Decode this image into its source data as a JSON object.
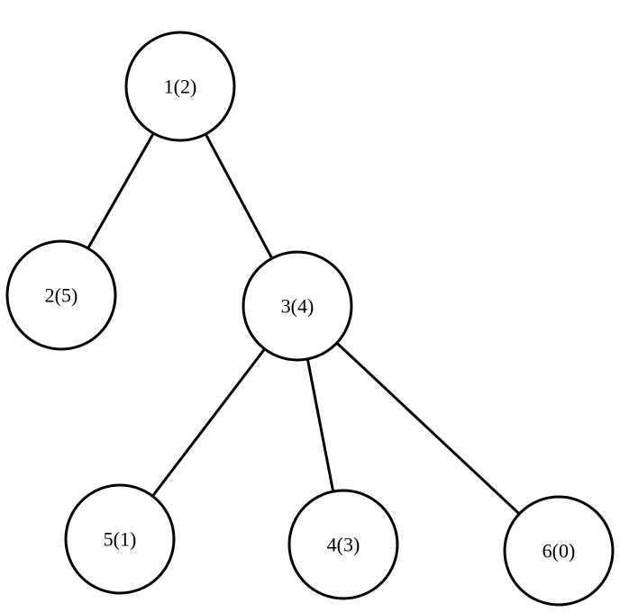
{
  "diagram": {
    "type": "tree",
    "nodes": [
      {
        "id": "n1",
        "label": "1(2)"
      },
      {
        "id": "n2",
        "label": "2(5)"
      },
      {
        "id": "n3",
        "label": "3(4)"
      },
      {
        "id": "n5",
        "label": "5(1)"
      },
      {
        "id": "n4",
        "label": "4(3)"
      },
      {
        "id": "n6",
        "label": "6(0)"
      }
    ],
    "edges": [
      {
        "from": "n1",
        "to": "n2"
      },
      {
        "from": "n1",
        "to": "n3"
      },
      {
        "from": "n3",
        "to": "n5"
      },
      {
        "from": "n3",
        "to": "n4"
      },
      {
        "from": "n3",
        "to": "n6"
      }
    ]
  }
}
